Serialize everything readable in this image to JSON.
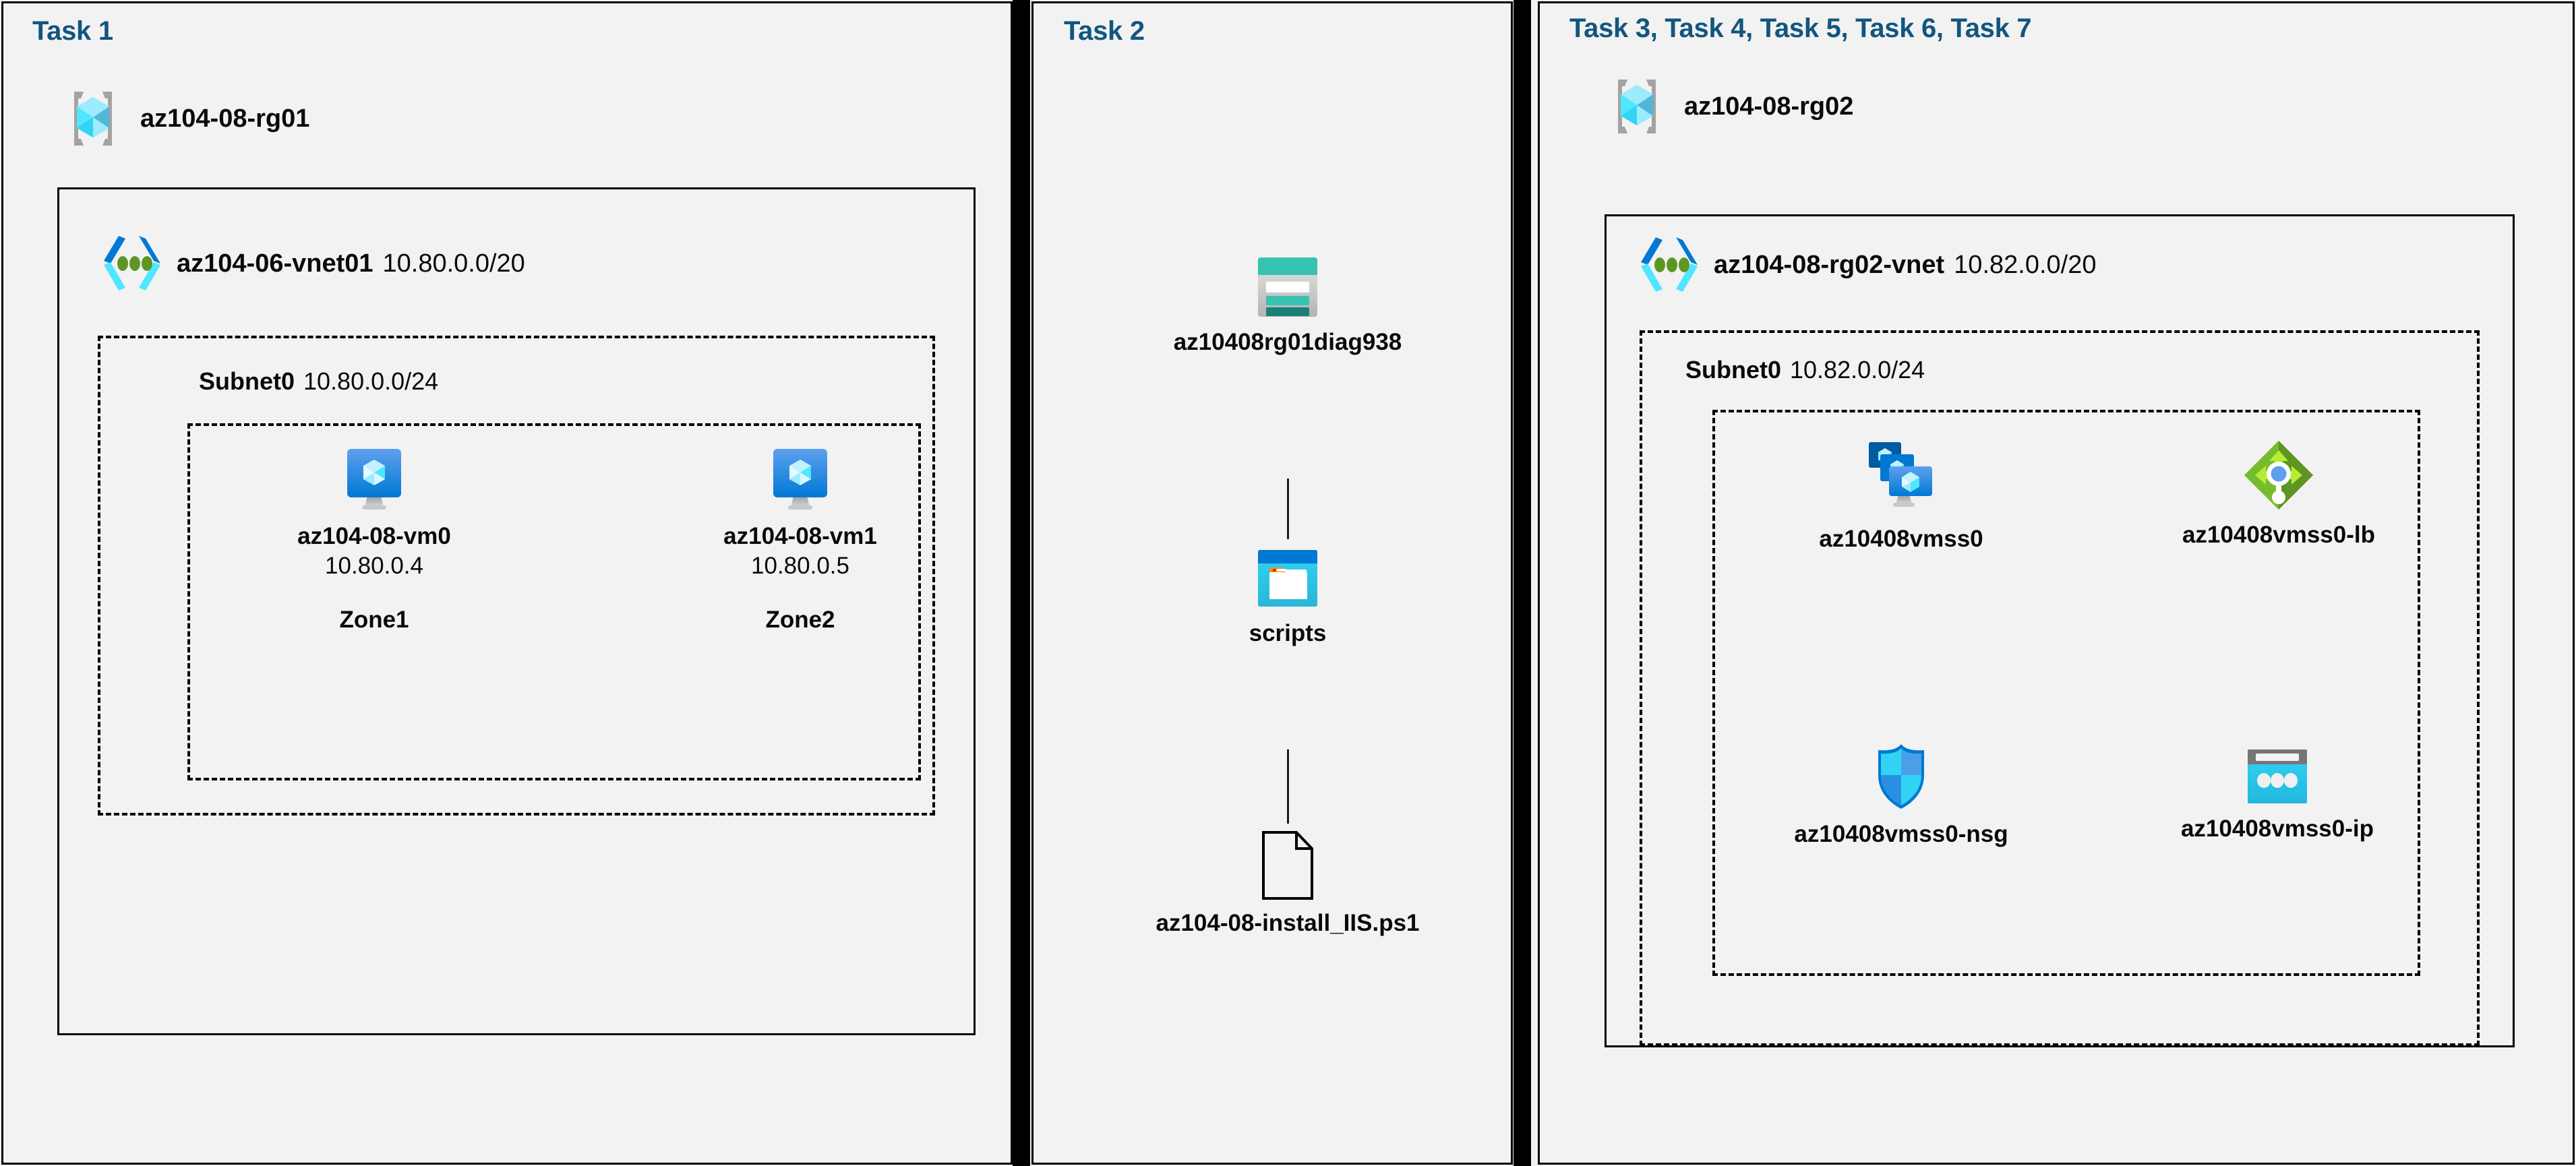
{
  "diagram": {
    "background_color": "#f2f2f2",
    "title_color": "#11567f",
    "panels": [
      {
        "title": "Task 1"
      },
      {
        "title": "Task 2"
      },
      {
        "title": "Task 3, Task 4, Task 5, Task 6, Task 7"
      }
    ]
  },
  "task1": {
    "title": "Task 1",
    "resource_group": {
      "name": "az104-08-rg01",
      "icon": "resource-group-icon"
    },
    "vnet": {
      "name": "az104-06-vnet01",
      "cidr": "10.80.0.0/20",
      "icon": "virtual-network-icon"
    },
    "subnet": {
      "name": "Subnet0",
      "cidr": "10.80.0.0/24"
    },
    "vms": [
      {
        "name": "az104-08-vm0",
        "ip": "10.80.0.4",
        "zone": "Zone1",
        "icon": "virtual-machine-icon"
      },
      {
        "name": "az104-08-vm1",
        "ip": "10.80.0.5",
        "zone": "Zone2",
        "icon": "virtual-machine-icon"
      }
    ]
  },
  "task2": {
    "title": "Task 2",
    "nodes": [
      {
        "name": "az10408rg01diag938",
        "icon": "storage-account-icon"
      },
      {
        "name": "scripts",
        "icon": "blob-container-icon"
      },
      {
        "name": "az104-08-install_IIS.ps1",
        "icon": "script-file-icon"
      }
    ]
  },
  "task3": {
    "title": "Task 3, Task 4, Task 5, Task 6, Task 7",
    "resource_group": {
      "name": "az104-08-rg02",
      "icon": "resource-group-icon"
    },
    "vnet": {
      "name": "az104-08-rg02-vnet",
      "cidr": "10.82.0.0/20",
      "icon": "virtual-network-icon"
    },
    "subnet": {
      "name": "Subnet0",
      "cidr": "10.82.0.0/24"
    },
    "resources": [
      {
        "name": "az10408vmss0",
        "icon": "vm-scale-set-icon"
      },
      {
        "name": "az10408vmss0-lb",
        "icon": "load-balancer-icon"
      },
      {
        "name": "az10408vmss0-nsg",
        "icon": "network-security-group-icon"
      },
      {
        "name": "az10408vmss0-ip",
        "icon": "public-ip-address-icon"
      }
    ]
  },
  "colors": {
    "panel_border": "#000000",
    "title_blue": "#11567f",
    "azure_blue": "#0078d4",
    "cyan": "#32d4f5",
    "teal": "#37c2b1",
    "green": "#7fba42",
    "orange": "#f78d1e",
    "gray": "#949494"
  }
}
